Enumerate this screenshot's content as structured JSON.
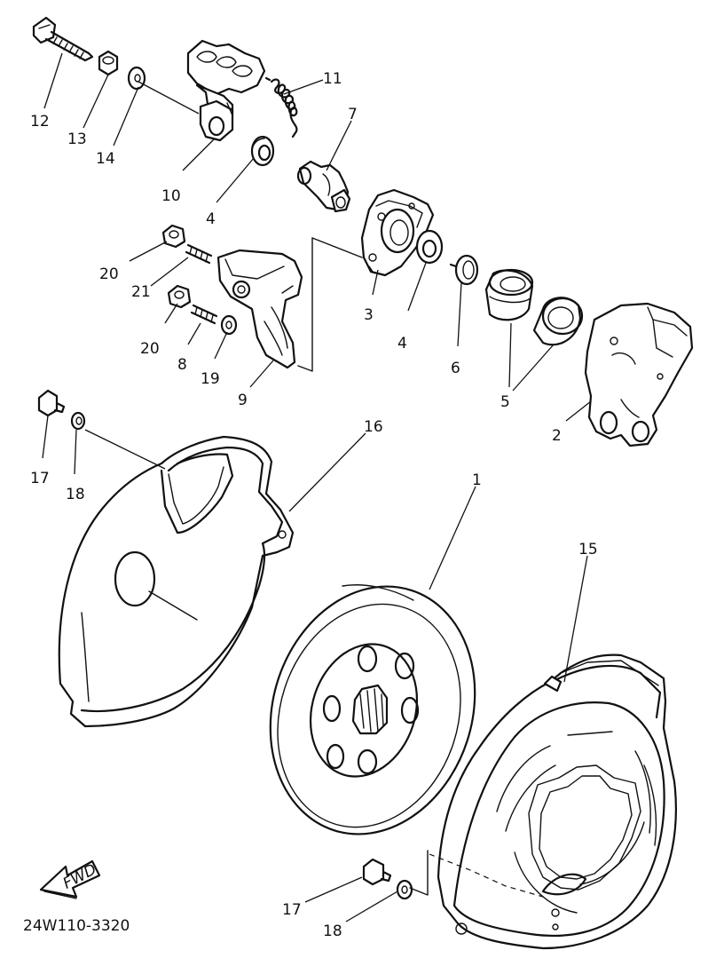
{
  "diagram_code": "24W110-3320",
  "fwd_label": "FWD",
  "callouts": {
    "c1": "1",
    "c2": "2",
    "c3": "3",
    "c4a": "4",
    "c4b": "4",
    "c5": "5",
    "c6": "6",
    "c7": "7",
    "c8": "8",
    "c9": "9",
    "c10": "10",
    "c11": "11",
    "c12": "12",
    "c13": "13",
    "c14": "14",
    "c15": "15",
    "c16": "16",
    "c17a": "17",
    "c17b": "17",
    "c18a": "18",
    "c18b": "18",
    "c19": "19",
    "c20a": "20",
    "c20b": "20",
    "c21": "21"
  }
}
